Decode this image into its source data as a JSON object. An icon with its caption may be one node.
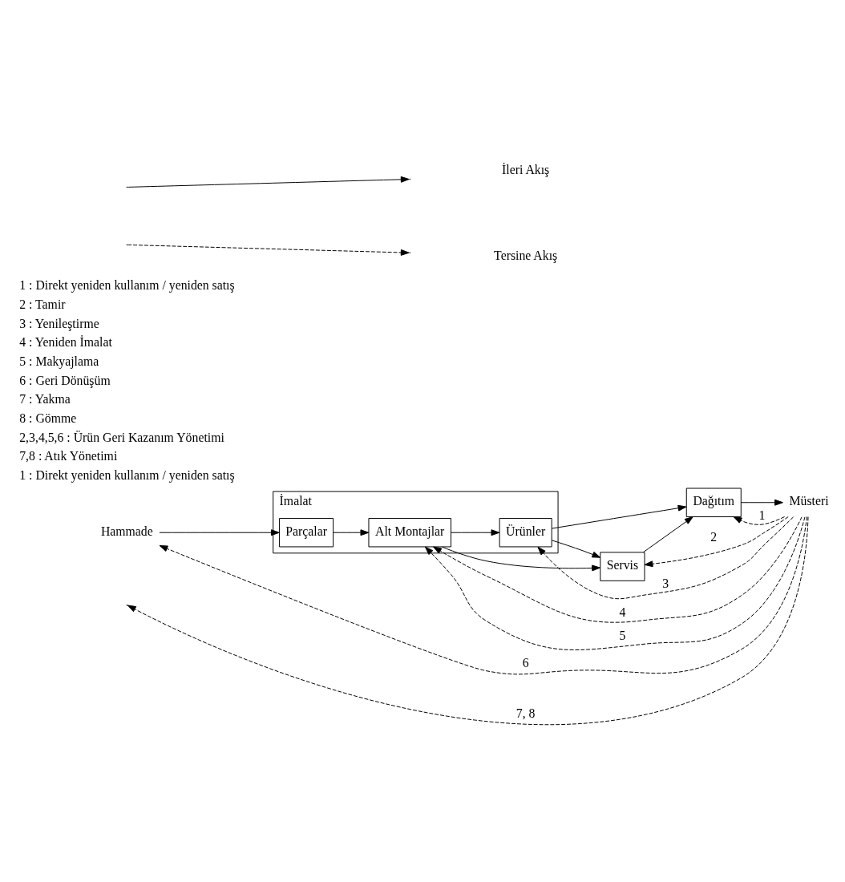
{
  "diagram": {
    "nodes": [
      {
        "text": [
          "Hammade"
        ]
      },
      {
        "text": [
          "İmalat"
        ]
      },
      {
        "text": [
          "Parçalar"
        ],
        "in": 1
      },
      {
        "text": [
          "Alt Montajlar"
        ],
        "in": 1
      },
      {
        "text": [
          "Ürünler"
        ],
        "in": 1
      },
      {
        "text": [
          "Servis"
        ]
      },
      {
        "text": [
          "Dağıtım"
        ]
      },
      {
        "text": [
          "Müsteri"
        ]
      }
    ],
    "edges": [
      {
        "from": 0,
        "to": 2,
        "arrow": "to"
      },
      {
        "from": 2,
        "to": 3,
        "arrow": "to"
      },
      {
        "from": 3,
        "to": 4,
        "arrow": "to"
      },
      {
        "from": 4,
        "to": 6,
        "arrow": "to"
      },
      {
        "from": 6,
        "to": 7,
        "arrow": "to"
      },
      {
        "from": 3,
        "to": 5,
        "arrow": "to"
      },
      {
        "from": 4,
        "to": 5,
        "arrow": "to"
      },
      {
        "from": 5,
        "to": 6,
        "arrow": "to"
      },
      {
        "from": 7,
        "to": 5,
        "arrow": "to",
        "style": "dashed",
        "label": "2"
      },
      {
        "from": 7,
        "to": 6,
        "arrow": "to",
        "style": "dashed",
        "label": "1"
      },
      {
        "from": 7,
        "to": 4,
        "arrow": "to",
        "style": "dashed",
        "label": "3"
      },
      {
        "from": 7,
        "to": 3,
        "arrow": "to",
        "style": "dashed",
        "label": "4"
      },
      {
        "from": 7,
        "to": 3,
        "arrow": "to",
        "style": "dashed",
        "label": "5"
      },
      {
        "from": 7,
        "to": 0,
        "arrow": "to",
        "style": "dashed",
        "label": "6"
      },
      {
        "from": 7,
        "to": null,
        "arrow": "to",
        "style": "dashed",
        "label": "7, 8"
      }
    ],
    "labels": [
      "1 : Direkt yeniden kullanım / yeniden satış",
      "2 : Tamir",
      "3 : Yenileştirme",
      "4 : Yeniden İmalat",
      "5 : Makyajlama",
      "6 : Geri Dönüşüm",
      "7 : Yakma",
      "8 : Gömme",
      "2,3,4,5,6 : Ürün Geri Kazanım Yönetimi",
      "7,8 : Atık Yönetimi",
      "1 : Direkt yeniden kullanım / yeniden satış"
    ],
    "legend": [
      {
        "text": "İleri Akış"
      },
      {
        "text": "Tersine Akış"
      }
    ]
  }
}
